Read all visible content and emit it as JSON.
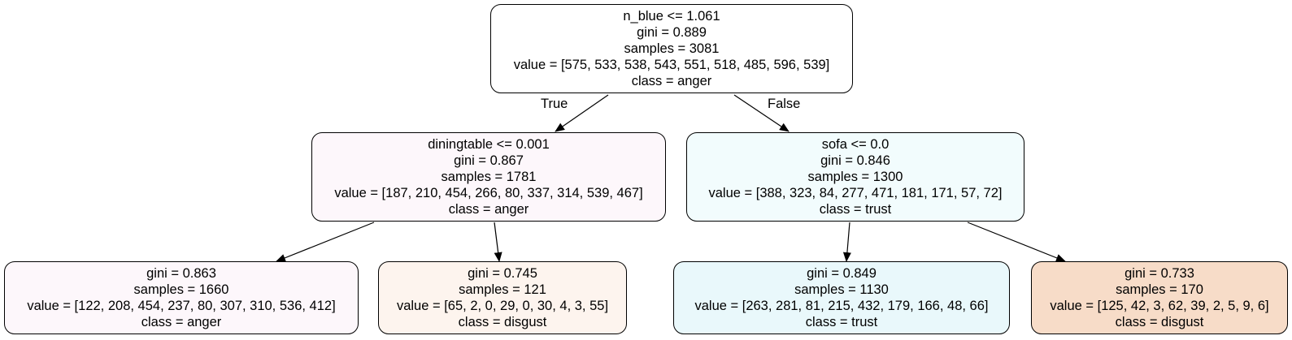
{
  "tree": {
    "edge_labels": {
      "true_label": "True",
      "false_label": "False"
    },
    "nodes": {
      "root": {
        "split": "n_blue <= 1.061",
        "gini": "gini = 0.889",
        "samples": "samples = 3081",
        "value": "value = [575, 533, 538, 543, 551, 518, 485, 596, 539]",
        "class": "class = anger",
        "fill": "#ffffff"
      },
      "left": {
        "split": "diningtable <= 0.001",
        "gini": "gini = 0.867",
        "samples": "samples = 1781",
        "value": "value = [187, 210, 454, 266, 80, 337, 314, 539, 467]",
        "class": "class = anger",
        "fill": "#fdf7fb"
      },
      "right": {
        "split": "sofa <= 0.0",
        "gini": "gini = 0.846",
        "samples": "samples = 1300",
        "value": "value = [388, 323, 84, 277, 471, 181, 171, 57, 72]",
        "class": "class = trust",
        "fill": "#f2fcfd"
      },
      "left_left": {
        "gini": "gini = 0.863",
        "samples": "samples = 1660",
        "value": "value = [122, 208, 454, 237, 80, 307, 310, 536, 412]",
        "class": "class = anger",
        "fill": "#fdf7fb"
      },
      "left_right": {
        "gini": "gini = 0.745",
        "samples": "samples = 121",
        "value": "value = [65, 2, 0, 29, 0, 30, 4, 3, 55]",
        "class": "class = disgust",
        "fill": "#fdf4ee"
      },
      "right_left": {
        "gini": "gini = 0.849",
        "samples": "samples = 1130",
        "value": "value = [263, 281, 81, 215, 432, 179, 166, 48, 66]",
        "class": "class = trust",
        "fill": "#e9f8fb"
      },
      "right_right": {
        "gini": "gini = 0.733",
        "samples": "samples = 170",
        "value": "value = [125, 42, 3, 62, 39, 2, 5, 9, 6]",
        "class": "class = disgust",
        "fill": "#f7dcc8"
      }
    }
  }
}
